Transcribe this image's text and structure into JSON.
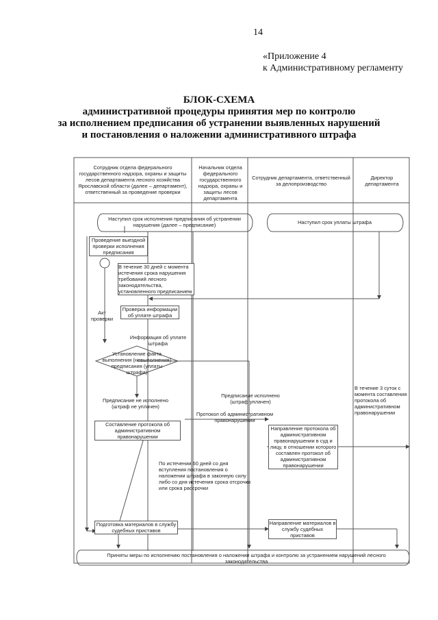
{
  "page_number": "14",
  "appendix": {
    "line1": "«Приложение 4",
    "line2": "к Административному регламенту"
  },
  "title": {
    "line1": "БЛОК-СХЕМА",
    "line2": "административной процедуры принятия мер по контролю",
    "line3": "за исполнением предписания об устранении выявленных нарушений",
    "line4": "и постановления о наложении административного штрафа"
  },
  "columns": [
    "Сотрудник отдела федерального государственного надзора, охраны и защиты лесов департамента лесного хозяйства Ярославской области (далее – департамент), ответственный за проведение проверки",
    "Начальник отдела федерального государственного надзора, охраны и защиты лесов департамента",
    "Сотрудник департамента, ответственный за делопроизводство",
    "Директор департамента"
  ],
  "nodes": {
    "start_prescription": "Наступил срок исполнения предписания об устранении нарушения (далее – предписание)",
    "start_fine": "Наступил срок уплаты штрафа",
    "field_inspection": "Проведение выездной проверки исполнения предписания",
    "within_30_days": "В течение 30 дней с момента истечения срока нарушения требований лесного законодательства, установленного предписанием",
    "inspection_act": "Акт проверки",
    "check_payment_info": "Проверка информации об уплате штрафа",
    "payment_info": "Информация об уплате штрафа",
    "decision": "Установление факта выполнения (невыполнения) предписания (уплаты штрафа)",
    "not_executed": "Предписание не исполнено (штраф не уплачен)",
    "executed": "Предписание исполнено (штраф уплачен)",
    "within_3_days": "В течение 3 суток с момента составления протокола об административном правонарушении",
    "draw_protocol": "Составление протокола об административном правонарушении",
    "protocol": "Протокол об административном правонарушении",
    "send_protocol": "Направление протокола об административном правонарушении в суд и лицу, в отношении которого составлен протокол об административном правонарушении",
    "after_60_days": "По истечении 60 дней со дня вступления постановления о наложении штрафа в законную силу либо со дня истечения срока отсрочки или срока рассрочки",
    "prepare_materials": "Подготовка материалов в службу судебных приставов",
    "send_materials": "Направление материалов в службу судебных приставов",
    "final": "Приняты меры по исполнению постановления о наложении штрафа и контролю за устранением нарушений лесного законодательства"
  }
}
